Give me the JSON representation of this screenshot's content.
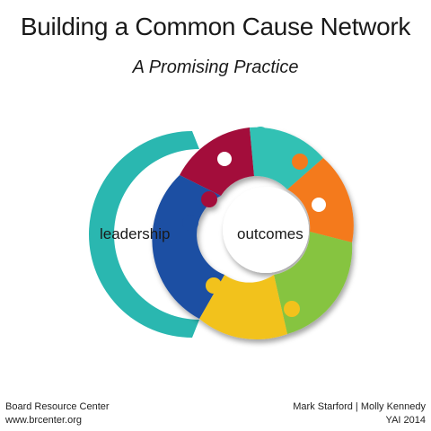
{
  "header": {
    "title": "Building a Common Cause Network",
    "subtitle": "A Promising Practice"
  },
  "graphic": {
    "left_label": "leadership",
    "right_label": "outcomes",
    "colors": {
      "c_ring": "#2ab7b0",
      "piece_crimson": "#a3103a",
      "piece_teal": "#33c1b4",
      "piece_orange": "#f47a1f",
      "piece_green": "#86c440",
      "piece_yellow": "#f2c21e",
      "piece_blue": "#1e4fa3"
    }
  },
  "footer": {
    "left_line1": "Board Resource Center",
    "left_line2": "www.brcenter.org",
    "right_line1": "Mark Starford | Molly Kennedy",
    "right_line2": "YAI 2014"
  }
}
